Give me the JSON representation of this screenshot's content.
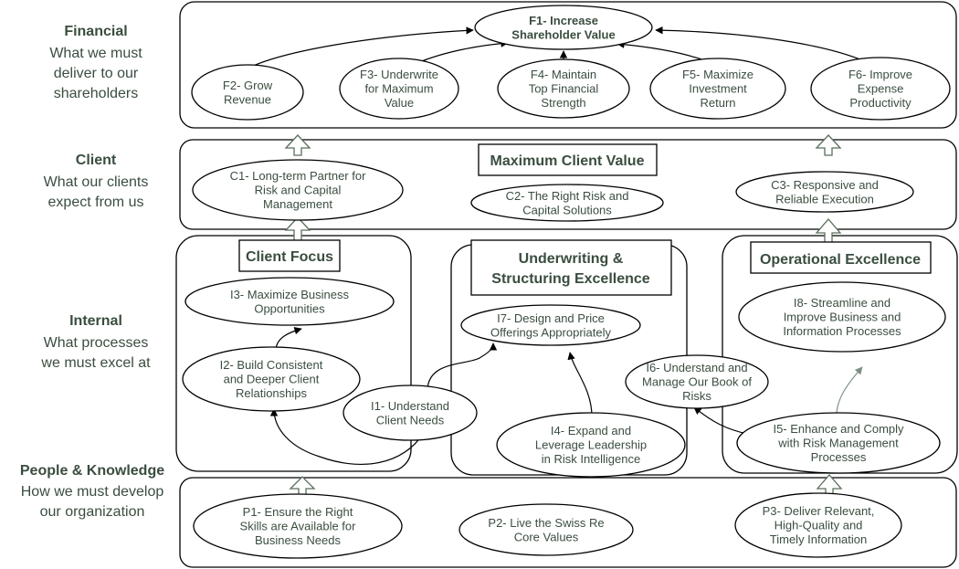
{
  "perspectives": {
    "financial": {
      "head": "Financial",
      "lines": [
        "What we must",
        "deliver to our",
        "shareholders"
      ]
    },
    "client": {
      "head": "Client",
      "lines": [
        "What our clients",
        "expect from us"
      ]
    },
    "internal": {
      "head": "Internal",
      "lines": [
        "What processes",
        "we must excel at"
      ]
    },
    "people": {
      "head": "People & Knowledge",
      "lines": [
        "How we must develop",
        "our organization"
      ]
    }
  },
  "titles": {
    "max_client_value": "Maximum Client Value",
    "client_focus": "Client Focus",
    "underwriting": [
      "Underwriting &",
      "Structuring Excellence"
    ],
    "operational": "Operational Excellence"
  },
  "objectives": {
    "F1": [
      "F1- Increase",
      "Shareholder Value"
    ],
    "F2": [
      "F2- Grow",
      "Revenue"
    ],
    "F3": [
      "F3- Underwrite",
      "for Maximum",
      "Value"
    ],
    "F4": [
      "F4- Maintain",
      "Top Financial",
      "Strength"
    ],
    "F5": [
      "F5- Maximize",
      "Investment",
      "Return"
    ],
    "F6": [
      "F6- Improve",
      "Expense",
      "Productivity"
    ],
    "C1": [
      "C1- Long-term Partner for",
      "Risk and Capital",
      "Management"
    ],
    "C2": [
      "C2- The Right Risk and",
      "Capital Solutions"
    ],
    "C3": [
      "C3- Responsive and",
      "Reliable Execution"
    ],
    "I1": [
      "I1- Understand",
      "Client Needs"
    ],
    "I2": [
      "I2- Build Consistent",
      "and Deeper Client",
      "Relationships"
    ],
    "I3": [
      "I3- Maximize Business",
      "Opportunities"
    ],
    "I4": [
      "I4- Expand and",
      "Leverage Leadership",
      "in Risk Intelligence"
    ],
    "I5": [
      "I5- Enhance and Comply",
      "with Risk Management",
      "Processes"
    ],
    "I6": [
      "I6- Understand and",
      "Manage Our Book of",
      "Risks"
    ],
    "I7": [
      "I7- Design and Price",
      "Offerings Appropriately"
    ],
    "I8": [
      "I8- Streamline and",
      "Improve Business and",
      "Information Processes"
    ],
    "P1": [
      "P1- Ensure the Right",
      "Skills are Available for",
      "Business Needs"
    ],
    "P2": [
      "P2- Live the Swiss Re",
      "Core Values"
    ],
    "P3": [
      "P3- Deliver Relevant,",
      "High-Quality and",
      "Timely Information"
    ]
  },
  "colors": {
    "text": "#3a4d3f",
    "stroke": "#000000",
    "arrow_outline": "#5a6e5c",
    "arrow_grey": "#7f8f85"
  }
}
